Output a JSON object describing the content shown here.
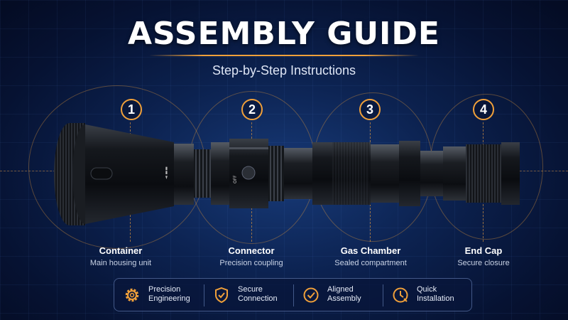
{
  "header": {
    "title": "ASSEMBLY GUIDE",
    "subtitle": "Step-by-Step Instructions"
  },
  "steps": [
    {
      "number": "1",
      "title": "Container",
      "description": "Main housing unit"
    },
    {
      "number": "2",
      "title": "Connector",
      "description": "Precision coupling"
    },
    {
      "number": "3",
      "title": "Gas Chamber",
      "description": "Sealed compartment"
    },
    {
      "number": "4",
      "title": "End Cap",
      "description": "Secure closure"
    }
  ],
  "device": {
    "switch_label": "OFF"
  },
  "features": [
    {
      "line1": "Precision",
      "line2": "Engineering",
      "icon": "gear-icon"
    },
    {
      "line1": "Secure",
      "line2": "Connection",
      "icon": "shield-check-icon"
    },
    {
      "line1": "Aligned",
      "line2": "Assembly",
      "icon": "check-circle-icon"
    },
    {
      "line1": "Quick",
      "line2": "Installation",
      "icon": "clock-icon"
    }
  ],
  "colors": {
    "accent": "#f0a03a",
    "background": "#0c2250"
  }
}
